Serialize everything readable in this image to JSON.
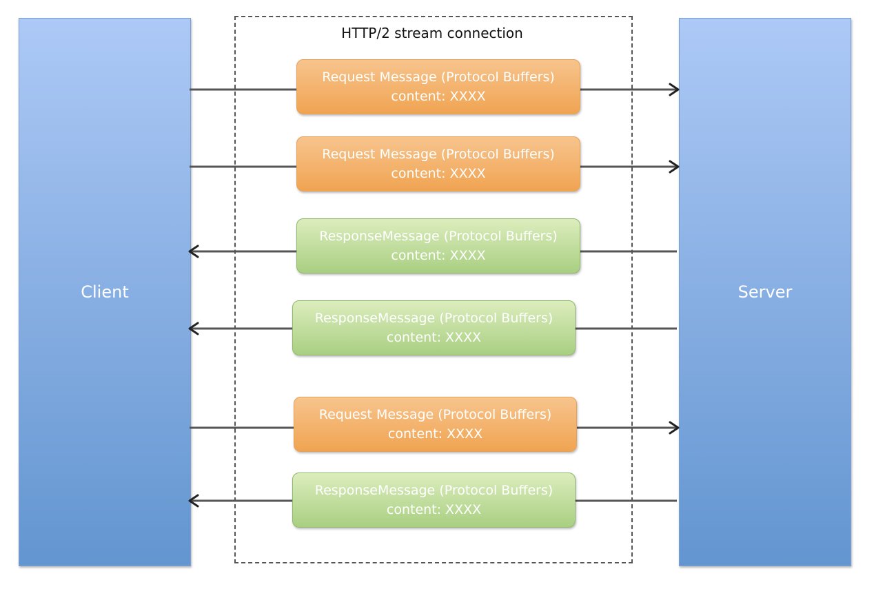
{
  "stream_label": "HTTP/2 stream connection",
  "client": {
    "label": "Client"
  },
  "server": {
    "label": "Server"
  },
  "messages": [
    {
      "kind": "request",
      "title": "Request Message (Protocol Buffers)",
      "content": "content: XXXX"
    },
    {
      "kind": "request",
      "title": "Request Message (Protocol Buffers)",
      "content": "content: XXXX"
    },
    {
      "kind": "response",
      "title": "ResponseMessage (Protocol Buffers)",
      "content": "content: XXXX"
    },
    {
      "kind": "response",
      "title": "ResponseMessage (Protocol Buffers)",
      "content": "content: XXXX"
    },
    {
      "kind": "request",
      "title": "Request Message (Protocol Buffers)",
      "content": "content: XXXX"
    },
    {
      "kind": "response",
      "title": "ResponseMessage (Protocol Buffers)",
      "content": "content: XXXX"
    }
  ],
  "colors": {
    "pillar_top": "#adc9f6",
    "pillar_bottom": "#6395d0",
    "request_top": "#f7c48d",
    "request_bottom": "#f0a452",
    "response_top": "#dcedbd",
    "response_bottom": "#a9cf82",
    "arrow": "#555555"
  }
}
